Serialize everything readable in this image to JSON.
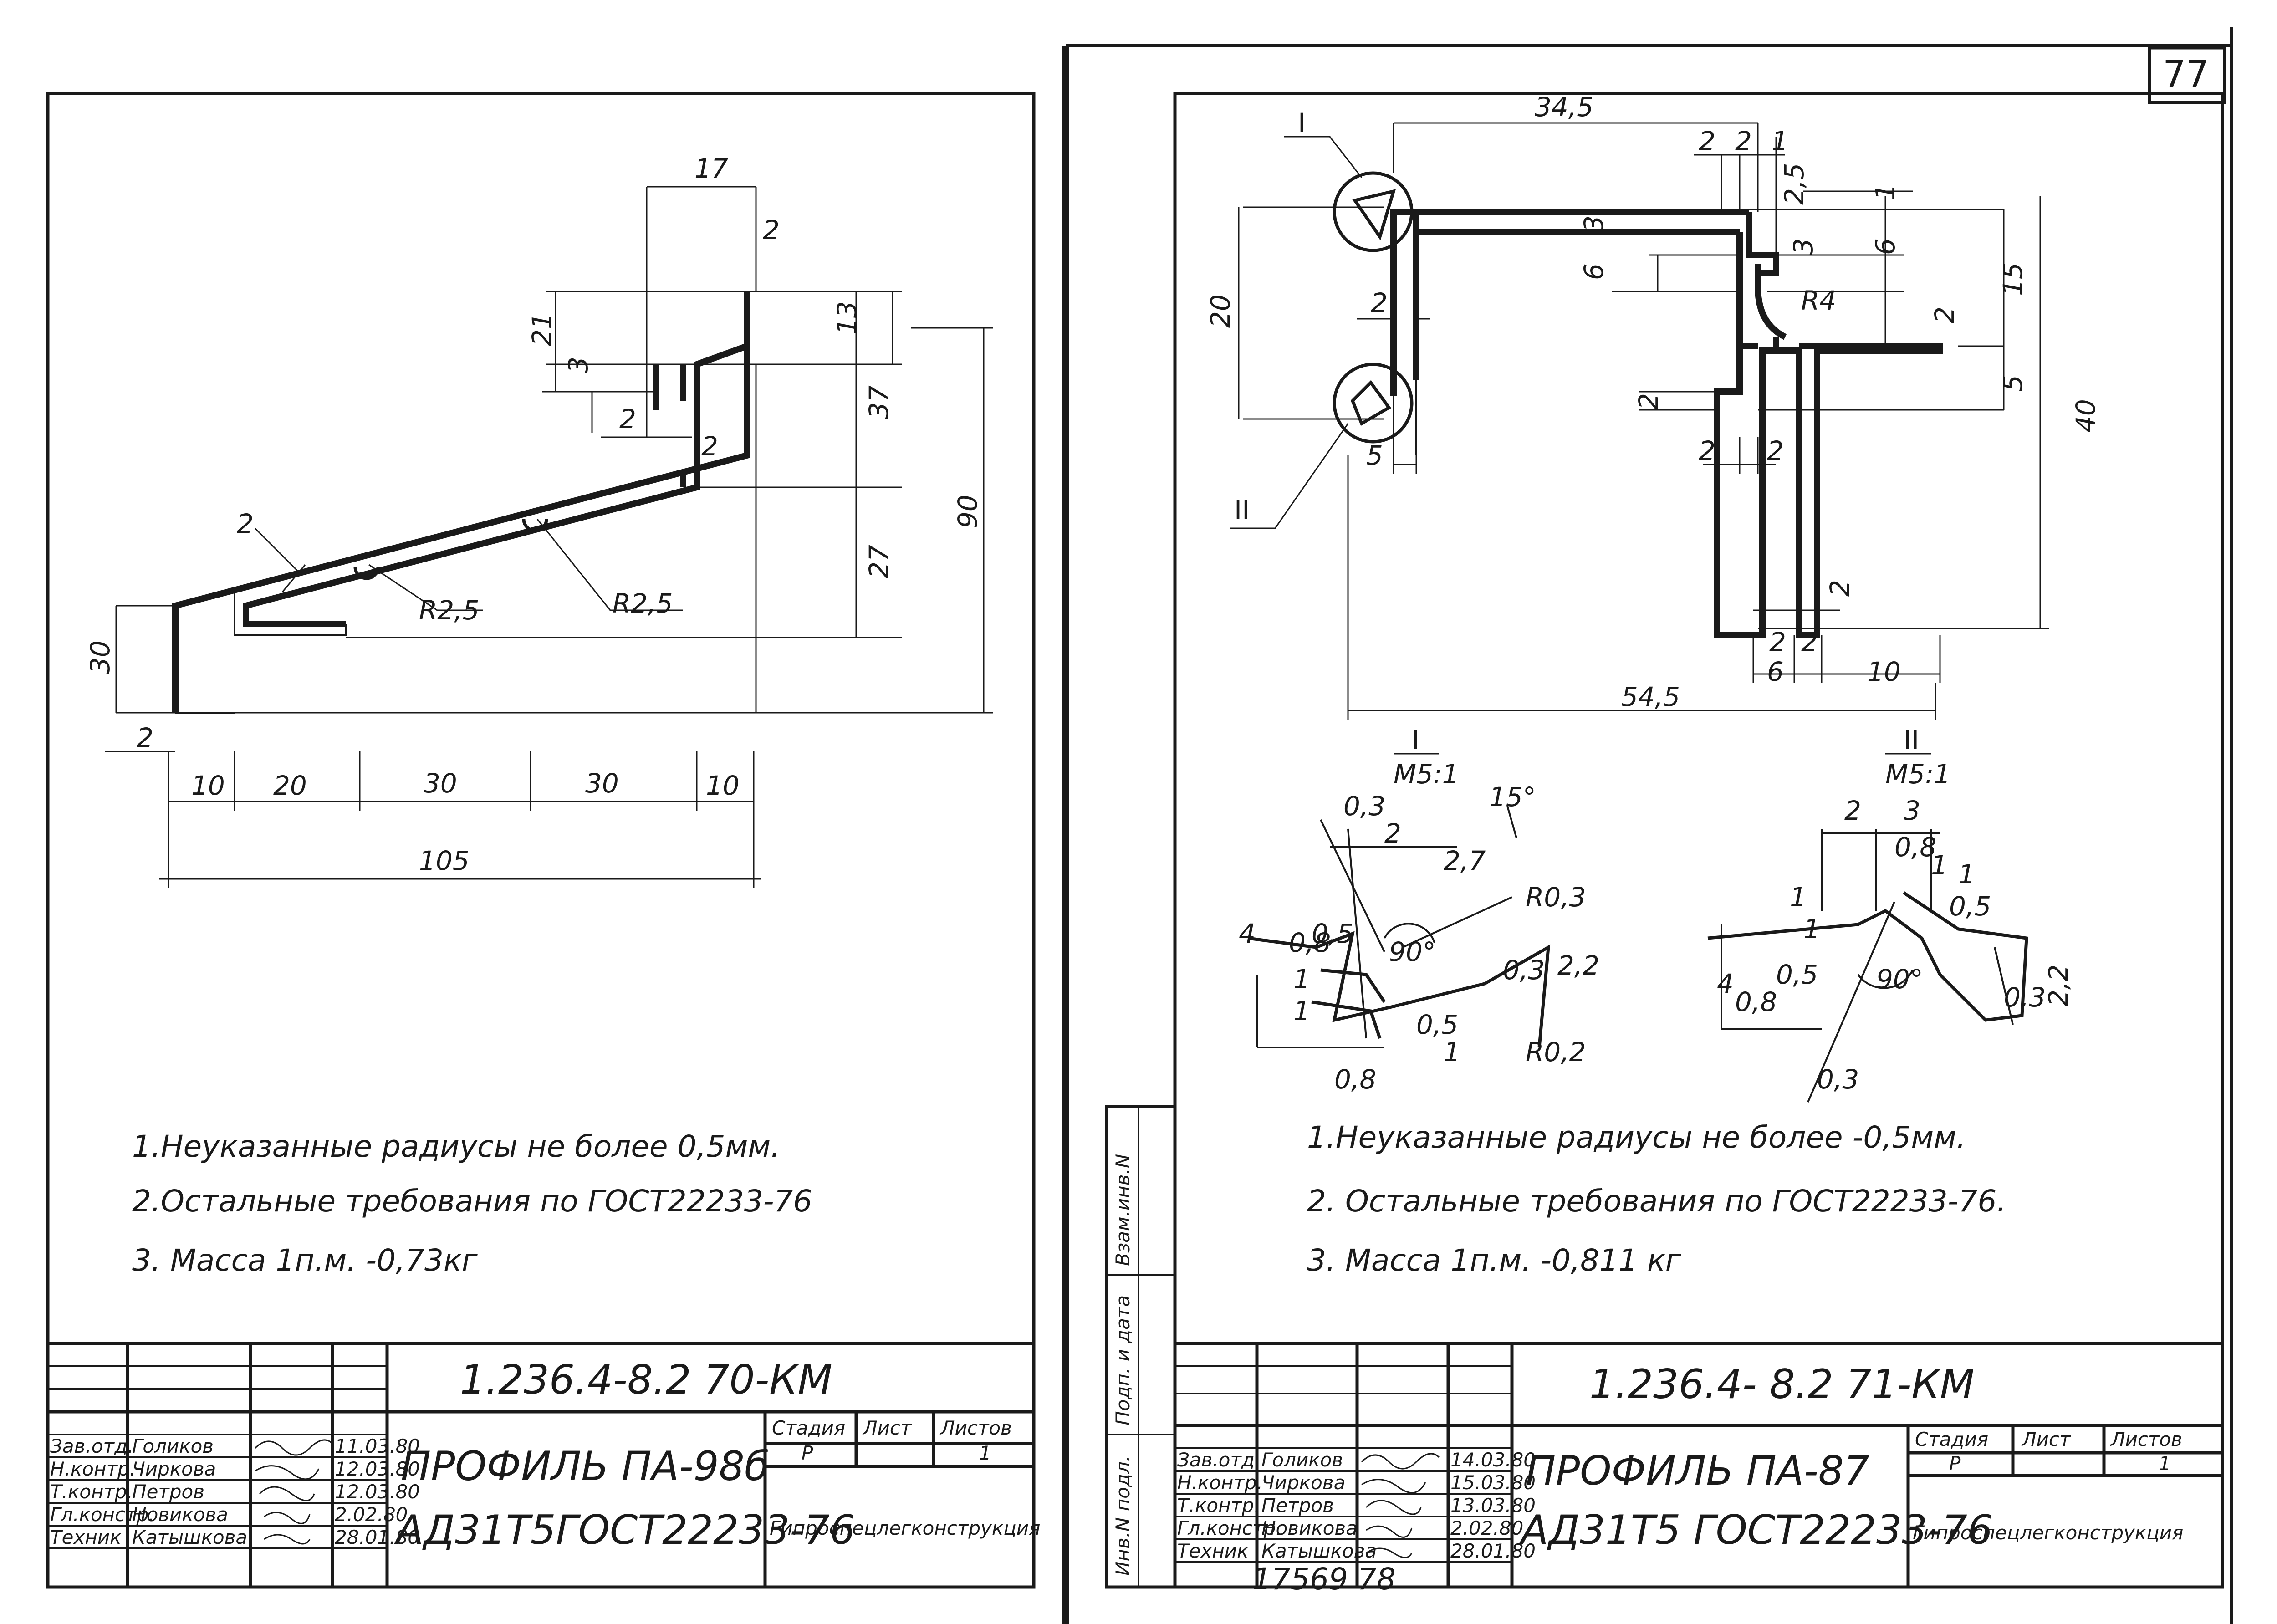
{
  "page_number": "77",
  "left_sheet": {
    "dims": {
      "d17": "17",
      "d2a": "2",
      "d21": "21",
      "d3": "3",
      "d13": "13",
      "d37": "37",
      "d2b": "2",
      "d2c": "2",
      "d27": "27",
      "d90": "90",
      "d2d": "2",
      "r25a": "R2,5",
      "r25b": "R2,5",
      "d30v": "30",
      "d2e": "2",
      "d10a": "10",
      "d20": "20",
      "d30a": "30",
      "d30b": "30",
      "d10b": "10",
      "d105": "105"
    },
    "notes": [
      "1.Неуказанные радиусы не более 0,5мм.",
      "2.Остальные требования по ГОСТ22233-76",
      "3. Масса 1п.м. -0,73кг"
    ],
    "code": "1.236.4-8.2   70-КМ",
    "title": "ПРОФИЛЬ ПА-98б",
    "material": "АД31Т5ГОСТ22233-76",
    "org": "Гипроспецлегконструкция",
    "headers": {
      "stage": "Стадия",
      "sheet": "Лист",
      "sheets": "Листов"
    },
    "stage_value": "Р",
    "sheets_value": "1",
    "staff": [
      {
        "role": "Зав.отд.",
        "name": "Голиков",
        "date": "11.03.80"
      },
      {
        "role": "Н.контр.",
        "name": "Чиркова",
        "date": "12.03.80"
      },
      {
        "role": "Т.контр.",
        "name": "Петров",
        "date": "12.03.80"
      },
      {
        "role": "Гл.констр.",
        "name": "Новикова",
        "date": "2.02.80"
      },
      {
        "role": "Техник",
        "name": "Катышкова",
        "date": "28.01.80"
      }
    ]
  },
  "right_sheet": {
    "labels": {
      "view1": "I",
      "view2": "II",
      "scale": "M5:1"
    },
    "dims": {
      "d345": "34,5",
      "d2a": "2",
      "d2b": "2",
      "d1a": "1",
      "d25": "2,5",
      "d1b": "1",
      "d3a": "3",
      "d6a": "6",
      "d3b": "3",
      "d6b": "6",
      "d15": "15",
      "d20": "20",
      "d2c": "2",
      "r4": "R4",
      "d2d": "2",
      "d5a": "5",
      "d40": "40",
      "d2e": "2",
      "d5b": "5",
      "d2f": "2",
      "d2g": "2",
      "d2h": "2",
      "d2i": "2",
      "d2j": "2",
      "d6c": "6",
      "d10": "10",
      "d545": "54,5"
    },
    "detail1": {
      "d03a": "0,3",
      "a15": "15°",
      "d2": "2",
      "d27": "2,7",
      "r03": "R0,3",
      "d4": "4",
      "d08a": "0,8",
      "d05a": "0,5",
      "d1a": "1",
      "d1b": "1",
      "a90": "90°",
      "d03b": "0,3",
      "d22": "2,2",
      "d05b": "0,5",
      "d1c": "1",
      "r02": "R0,2",
      "d08b": "0,8"
    },
    "detail2": {
      "d2": "2",
      "d3": "3",
      "d08a": "0,8",
      "d1a": "1",
      "d1b": "1",
      "d05a": "0,5",
      "d1c": "1",
      "d1d": "1",
      "d4": "4",
      "d08b": "0,8",
      "d05b": "0,5",
      "a90": "90°",
      "d03": "0,3",
      "d22": "2,2",
      "d03b": "0,3"
    },
    "notes": [
      "1.Неуказанные радиусы не более -0,5мм.",
      "2. Остальные требования по ГОСТ22233-76.",
      "3. Масса 1п.м. -0,811 кг"
    ],
    "code": "1.236.4- 8.2  71-КМ",
    "title": "ПРОФИЛЬ ПА-87",
    "material": "АД31Т5 ГОСТ22233-76",
    "org": "Гипроспецлегконструкция",
    "headers": {
      "stage": "Стадия",
      "sheet": "Лист",
      "sheets": "Листов"
    },
    "stage_value": "Р",
    "sheets_value": "1",
    "staff": [
      {
        "role": "Зав.отд.",
        "name": "Голиков",
        "date": "14.03.80"
      },
      {
        "role": "Н.контр.",
        "name": "Чиркова",
        "date": "15.03.80"
      },
      {
        "role": "Т.контр.",
        "name": "Петров",
        "date": "13.03.80"
      },
      {
        "role": "Гл.констр.",
        "name": "Новикова",
        "date": "2.02.80"
      },
      {
        "role": "Техник",
        "name": "Катышкова",
        "date": "28.01.80"
      }
    ],
    "side_stamp": [
      "Взам.инв.N",
      "Подп. и дата",
      "Инв.N подл."
    ],
    "archive": "17569  78"
  }
}
